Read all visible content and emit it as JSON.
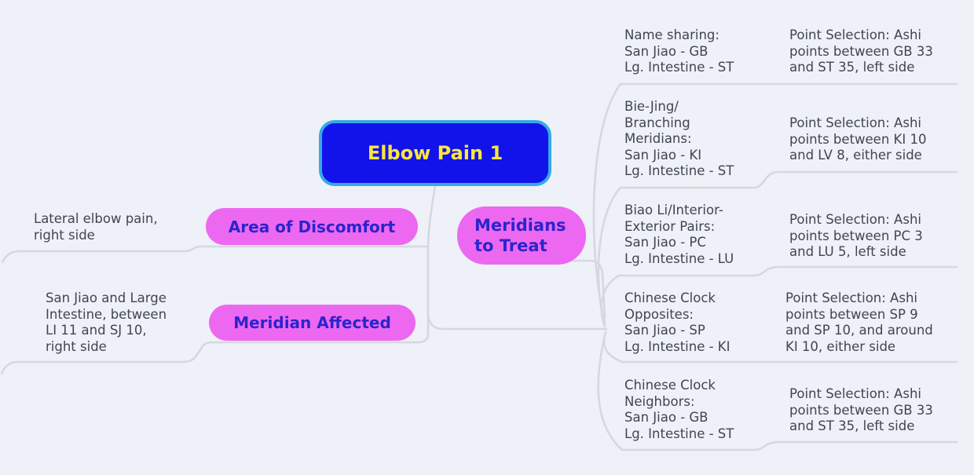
{
  "canvas": {
    "background_color": "#eef1f7",
    "connector_color": "#d5d8de"
  },
  "root": {
    "label": "Elbow Pain 1",
    "fill_color": "#1113ea",
    "border_color": "#35aae6",
    "text_color": "#ffe63c"
  },
  "style": {
    "pill_fill_color": "#ed68f0",
    "pill_text_color": "#2b24cc",
    "leaf_text_color": "#41464d"
  },
  "branches": {
    "area_of_discomfort": {
      "label": "Area of Discomfort",
      "note": "Lateral elbow pain,\nright side"
    },
    "meridian_affected": {
      "label": "Meridian Affected",
      "note": "San Jiao and Large\nIntestine, between\nLI 11 and SJ 10,\nright side"
    },
    "meridians_to_treat": {
      "label": "Meridians\nto Treat",
      "children": [
        {
          "meridians": "Name sharing:\nSan Jiao - GB\nLg. Intestine - ST",
          "point_selection": "Point Selection: Ashi\npoints between GB 33\nand ST 35, left side"
        },
        {
          "meridians": "Bie-Jing/\nBranching\nMeridians:\nSan Jiao - KI\nLg. Intestine - ST",
          "point_selection": "Point Selection: Ashi\npoints between KI 10\nand LV 8, either side"
        },
        {
          "meridians": "Biao Li/Interior-\nExterior Pairs:\nSan Jiao - PC\nLg. Intestine - LU",
          "point_selection": "Point Selection: Ashi\npoints between PC 3\nand LU 5, left side"
        },
        {
          "meridians": "Chinese Clock\nOpposites:\nSan Jiao - SP\nLg. Intestine - KI",
          "point_selection": "Point Selection: Ashi\npoints between SP 9\nand SP 10, and around\nKI 10, either side"
        },
        {
          "meridians": "Chinese Clock\nNeighbors:\nSan Jiao - GB\nLg. Intestine - ST",
          "point_selection": "Point Selection: Ashi\npoints between GB 33\nand ST 35, left side"
        }
      ]
    }
  }
}
